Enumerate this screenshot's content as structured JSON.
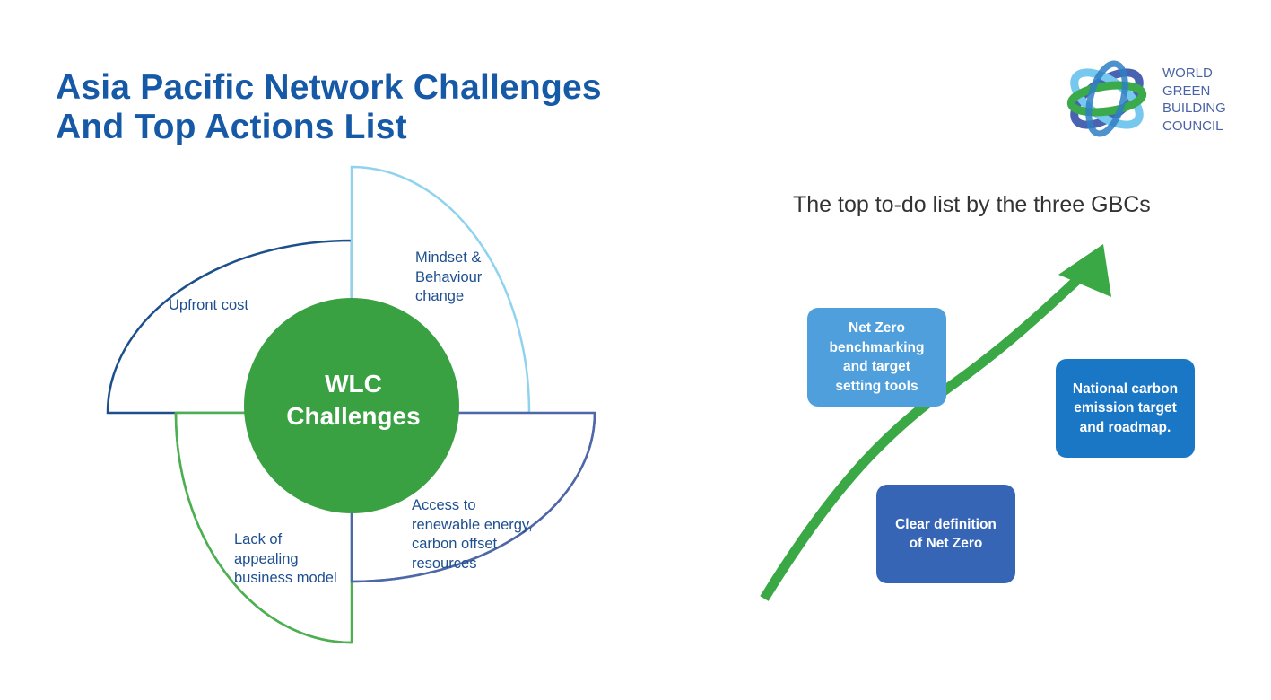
{
  "header": {
    "title_line1": "Asia Pacific Network Challenges",
    "title_line2": "And Top Actions List"
  },
  "logo": {
    "icon": "globe-swirl-icon",
    "line1": "WORLD",
    "line2": "GREEN",
    "line3": "BUILDING",
    "line4": "COUNCIL"
  },
  "challenges": {
    "center_line1": "WLC",
    "center_line2": "Challenges",
    "segments": [
      {
        "id": "mindset",
        "lines": [
          "Mindset &",
          "Behaviour",
          "change"
        ],
        "color": "#8fd3ee"
      },
      {
        "id": "access",
        "lines": [
          "Access to",
          "renewable energy,",
          "carbon offset",
          "resources"
        ],
        "color": "#4e67a8"
      },
      {
        "id": "business",
        "lines": [
          "Lack of",
          "appealing",
          "business model"
        ],
        "color": "#4caf50"
      },
      {
        "id": "cost",
        "lines": [
          "Upfront cost"
        ],
        "color": "#1d4f8c"
      }
    ],
    "center_color": "#39a142"
  },
  "todo": {
    "title": "The top to-do list by the three GBCs",
    "arrow_color": "#3aa845",
    "items": [
      {
        "lines": [
          "Net Zero",
          "benchmarking",
          "and target",
          "setting tools"
        ],
        "color": "#4f9fdd"
      },
      {
        "lines": [
          "National carbon",
          "emission target",
          "and roadmap."
        ],
        "color": "#1a77c6"
      },
      {
        "lines": [
          "Clear definition",
          "of Net Zero"
        ],
        "color": "#3765b5"
      }
    ]
  }
}
